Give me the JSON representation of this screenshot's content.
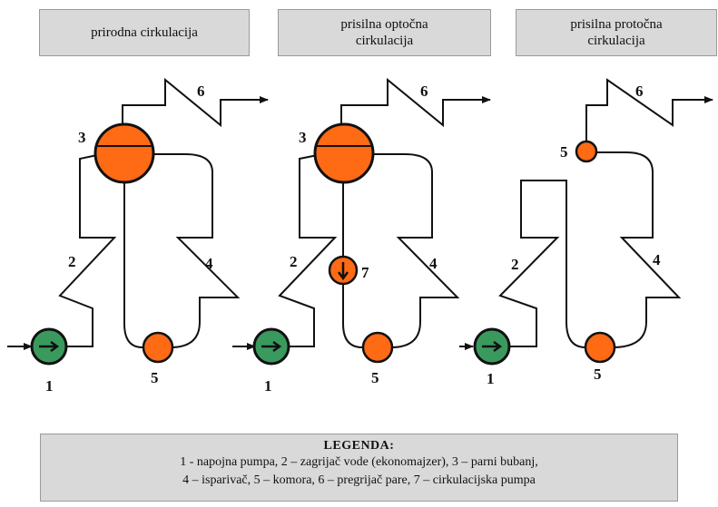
{
  "headers": [
    {
      "label": "prirodna cirkulacija"
    },
    {
      "label": "prisilna optočna\ncirkulacija"
    },
    {
      "label": "prisilna protočna\ncirkulacija"
    }
  ],
  "numbers": {
    "n1": "1",
    "n2": "2",
    "n3": "3",
    "n4": "4",
    "n5": "5",
    "n6": "6",
    "n7": "7"
  },
  "legend": {
    "title": "LEGENDA:",
    "line1": "1 - napojna pumpa, 2 – zagrijač vode (ekonomajzer), 3 – parni bubanj,",
    "line2": "4 – isparivač, 5 – komora, 6 – pregrijač pare,  7 – cirkulacijska pumpa"
  },
  "colors": {
    "pump": "#3a9a5e",
    "vessel": "#ff6a14",
    "line": "#111111",
    "panel": "#d9d9d9"
  }
}
